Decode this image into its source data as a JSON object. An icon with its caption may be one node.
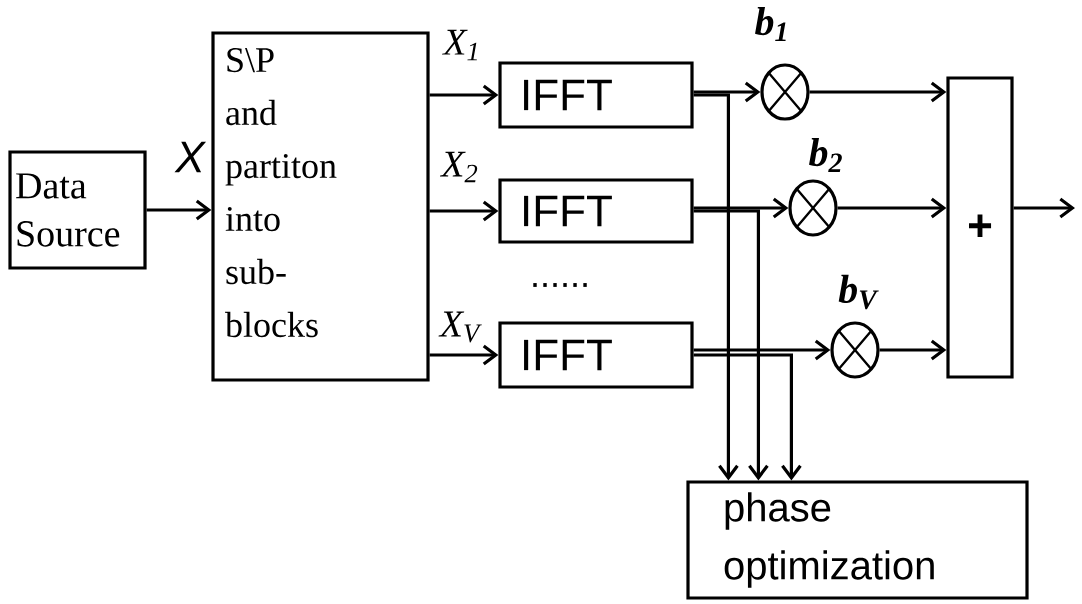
{
  "diagram": {
    "nodes": [
      {
        "text": [
          "Data Source"
        ]
      },
      {
        "text": [
          "S\\P and partiton into sub-blocks"
        ]
      },
      {
        "text": [
          "IFFT"
        ]
      },
      {
        "text": [
          "IFFT"
        ]
      },
      {
        "text": [
          "IFFT"
        ]
      },
      {
        "text": [],
        "shape": "circle",
        "beside": [
          "b$_{1}$"
        ]
      },
      {
        "text": [],
        "shape": "circle",
        "beside": [
          "b$_{2}$"
        ]
      },
      {
        "text": [],
        "shape": "circle",
        "beside": [
          "b$_{V}$"
        ]
      },
      {
        "text": [
          "+"
        ]
      },
      {
        "text": [
          "phase optimization"
        ]
      }
    ],
    "edges": [
      {
        "from": 0,
        "to": 1,
        "arrow": "to",
        "label": "X"
      },
      {
        "from": 1,
        "to": 2,
        "arrow": "to",
        "label": "X$_{1}$"
      },
      {
        "from": 1,
        "to": 3,
        "arrow": "to",
        "label": "X$_{2}$"
      },
      {
        "from": 1,
        "to": 4,
        "arrow": "to",
        "label": "X$_{V}$"
      },
      {
        "from": 2,
        "to": 5,
        "arrow": "to"
      },
      {
        "from": 3,
        "to": 6,
        "arrow": "to"
      },
      {
        "from": 4,
        "to": 7,
        "arrow": "to"
      },
      {
        "from": 5,
        "to": 8,
        "arrow": "to"
      },
      {
        "from": 6,
        "to": 8,
        "arrow": "to"
      },
      {
        "from": 7,
        "to": 8,
        "arrow": "to"
      },
      {
        "from": 8,
        "to": null,
        "arrow": "to"
      },
      {
        "from": 2,
        "to": 9,
        "arrow": "to"
      },
      {
        "from": 3,
        "to": 9,
        "arrow": "to"
      },
      {
        "from": 4,
        "to": 9,
        "arrow": "to"
      }
    ],
    "labels": [
      "......"
    ]
  }
}
